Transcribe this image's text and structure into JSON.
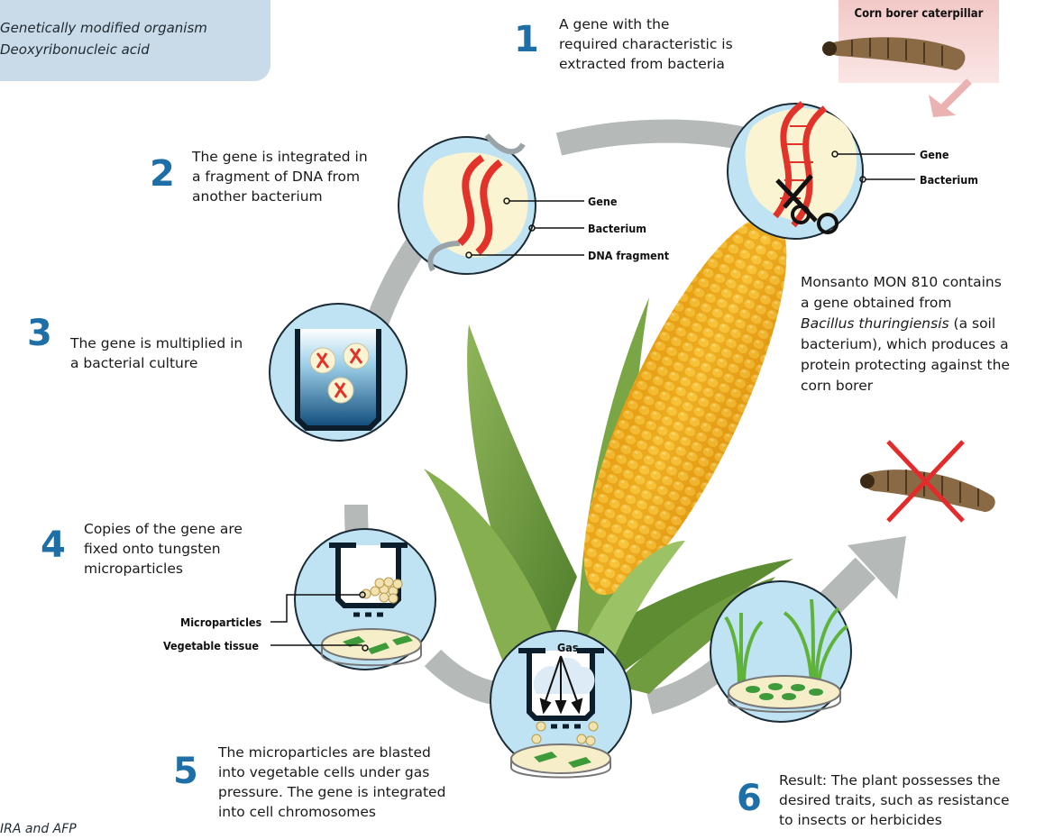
{
  "glossary": {
    "gmo": "Genetically modified organism",
    "dna": "Deoxyribonucleic acid"
  },
  "source": "IRA and AFP",
  "caterpillar_label": "Corn borer caterpillar",
  "steps": [
    {
      "num": "1",
      "text_lines": [
        "A gene with the",
        "required characteristic is",
        "extracted from bacteria"
      ]
    },
    {
      "num": "2",
      "text_lines": [
        "The gene is integrated in",
        "a fragment of DNA from",
        "another bacterium"
      ]
    },
    {
      "num": "3",
      "text_lines": [
        "The gene is multiplied in",
        "a bacterial culture"
      ]
    },
    {
      "num": "4",
      "text_lines": [
        "Copies of the gene are",
        "fixed onto tungsten",
        "microparticles"
      ]
    },
    {
      "num": "5",
      "text_lines": [
        "The microparticles are blasted",
        "into vegetable cells under gas",
        "pressure. The gene is integrated",
        "into cell chromosomes"
      ]
    },
    {
      "num": "6",
      "text_lines": [
        "Result: The plant possesses the",
        "desired traits, such as resistance",
        "to insects or herbicides"
      ]
    }
  ],
  "labels": {
    "circle1_gene": "Gene",
    "circle1_bacterium": "Bacterium",
    "circle2_gene": "Gene",
    "circle2_bacterium": "Bacterium",
    "circle2_fragment": "DNA fragment",
    "microparticles": "Microparticles",
    "vegetable_tissue": "Vegetable tissue",
    "gas": "Gas"
  },
  "note": {
    "line1": "Monsanto MON 810 contains",
    "line2": "a gene obtained from",
    "line3_italic": "Bacillus thuringiensis",
    "line3_rest": " (a soil",
    "line4": "bacterium), which produces a",
    "line5": "protein protecting against the",
    "line6": "corn borer"
  },
  "colors": {
    "step_number": "#1e6fa8",
    "circle_fill": "#bfe3f3",
    "circle_stroke": "#1b2b36",
    "cycle_arrow": "#b5b9b8",
    "dna_red": "#e2332b",
    "bacterium_fill": "#fbf4d2",
    "corn_yellow": "#f2b21b",
    "leaf_green": "#6f9c3e",
    "cross_red": "#e32b2b"
  }
}
